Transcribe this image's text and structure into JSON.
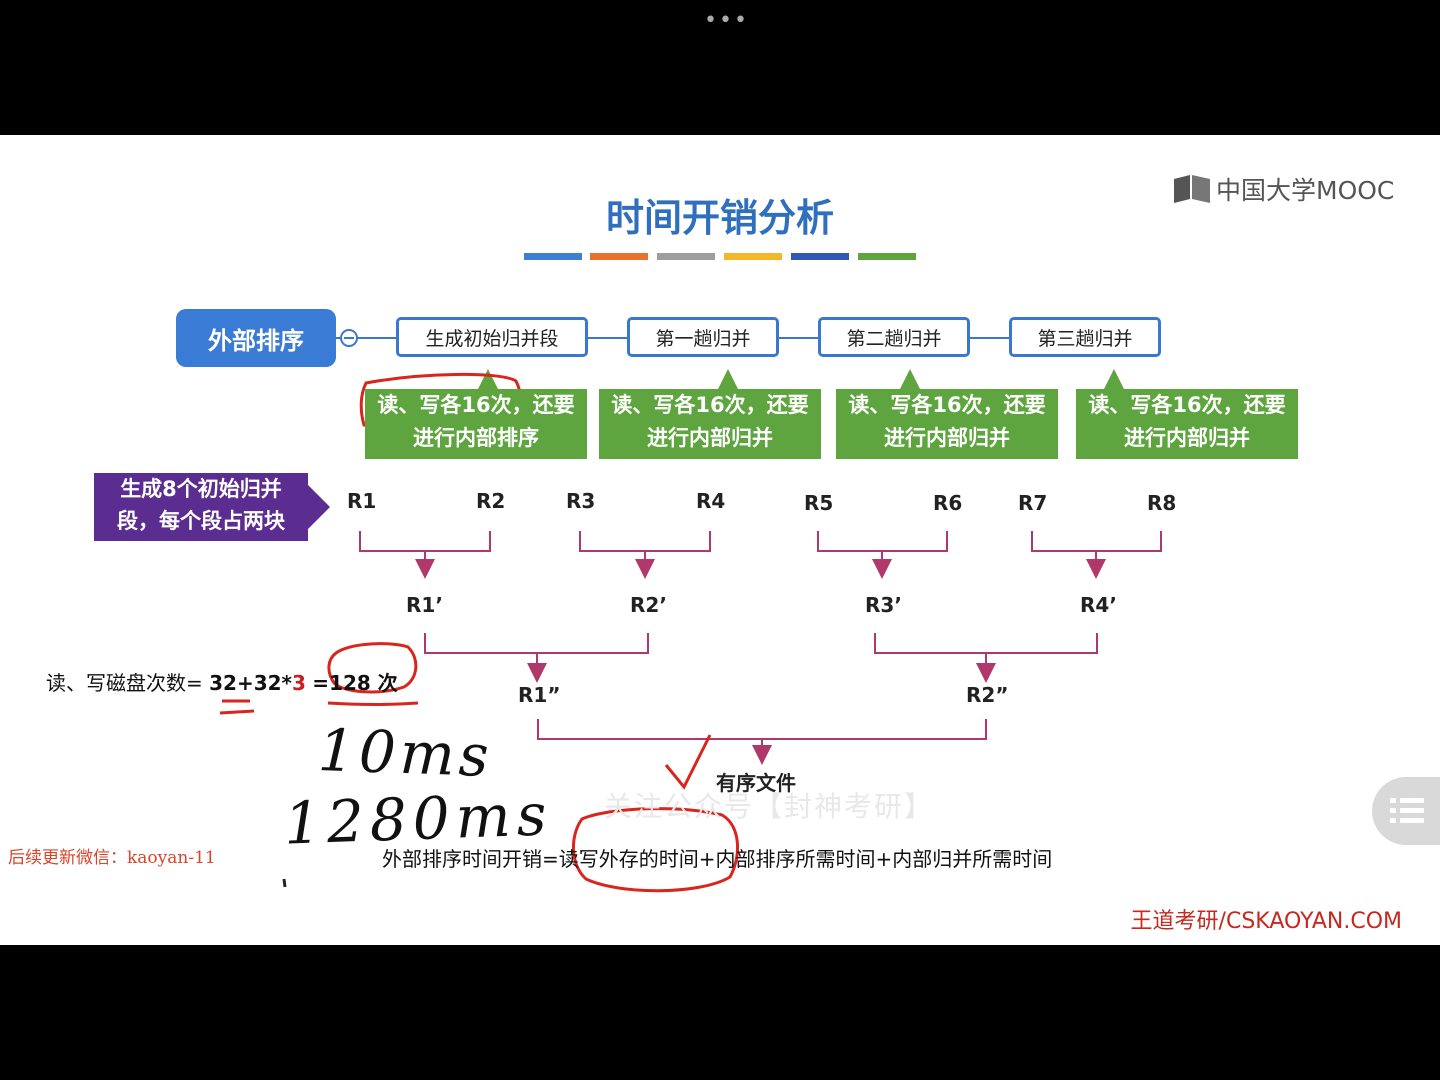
{
  "top_indicator": "•••",
  "title": "时间开销分析",
  "color_bars": [
    "#3b7fd0",
    "#e8712c",
    "#9e9e9e",
    "#f3b72a",
    "#2f59b5",
    "#5ea53f"
  ],
  "logo": "中国大学MOOC",
  "main_node": "外部排序",
  "stages": [
    "生成初始归并段",
    "第一趟归并",
    "第二趟归并",
    "第三趟归并"
  ],
  "stage_notes": [
    [
      "读、写各16次，还要",
      "进行内部排序"
    ],
    [
      "读、写各16次，还要",
      "进行内部归并"
    ],
    [
      "读、写各16次，还要",
      "进行内部归并"
    ],
    [
      "读、写各16次，还要",
      "进行内部归并"
    ]
  ],
  "runs_note": [
    "生成8个初始归并",
    "段，每个段占两块"
  ],
  "runs": [
    "R1",
    "R2",
    "R3",
    "R4",
    "R5",
    "R6",
    "R7",
    "R8"
  ],
  "runs_level1": [
    "R1’",
    "R2’",
    "R3’",
    "R4’"
  ],
  "runs_level2": [
    "R1”",
    "R2”"
  ],
  "sorted_file": "有序文件",
  "io_formula": {
    "label": "读、写磁盘次数=",
    "expr": "32+32*",
    "multiplier": "3",
    "equals": "=",
    "result": "128 次"
  },
  "handwriting": {
    "line1": "10ms",
    "line2": "1280ms"
  },
  "watermark": "关注公众号【封神考研】",
  "cost_formula": "外部排序时间开销=读写外存的时间+内部排序所需时间+内部归并所需时间",
  "left_note": "后续更新微信：kaoyan-11",
  "brand": "王道考研/CSKAOYAN.COM",
  "annotation_color": "#d8261e"
}
